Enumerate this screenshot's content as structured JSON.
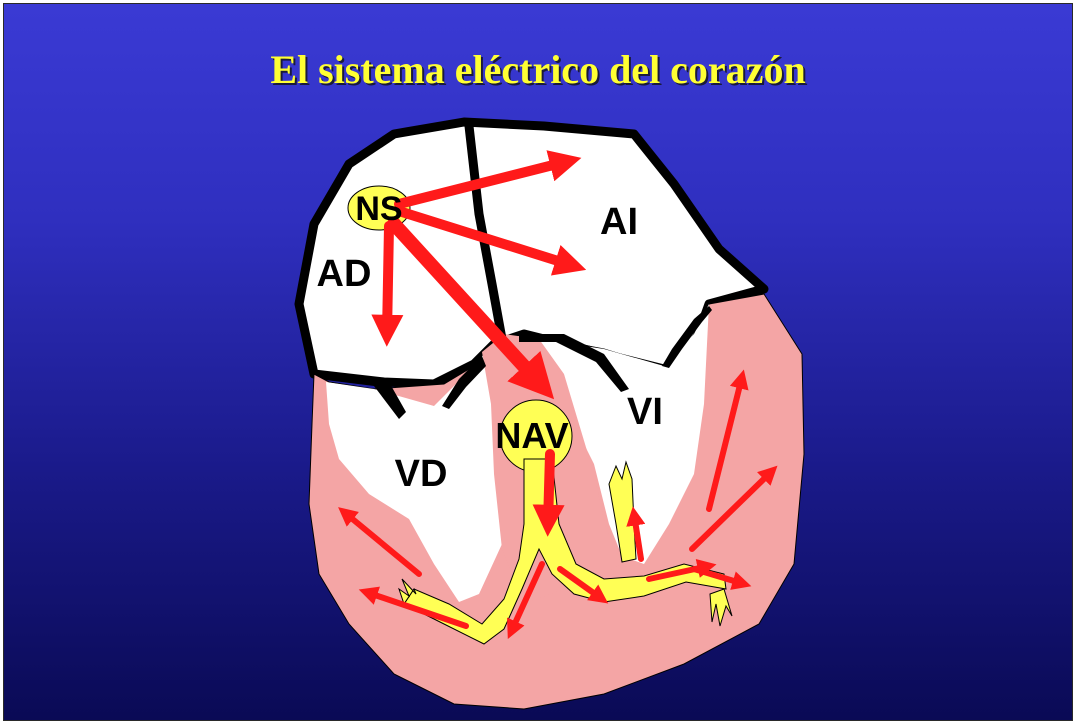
{
  "slide": {
    "title": "El sistema eléctrico del corazón"
  },
  "diagram": {
    "labels": {
      "sinus_node": "NS",
      "left_atrium": "AI",
      "right_atrium": "AD",
      "av_node": "NAV",
      "left_ventricle": "VI",
      "right_ventricle": "VD"
    },
    "colors": {
      "chamber": "#ffffff",
      "myocardium": "#f4a5a5",
      "conduction": "#ffff55",
      "arrow": "#ff1a1a",
      "outline": "#000000"
    }
  }
}
